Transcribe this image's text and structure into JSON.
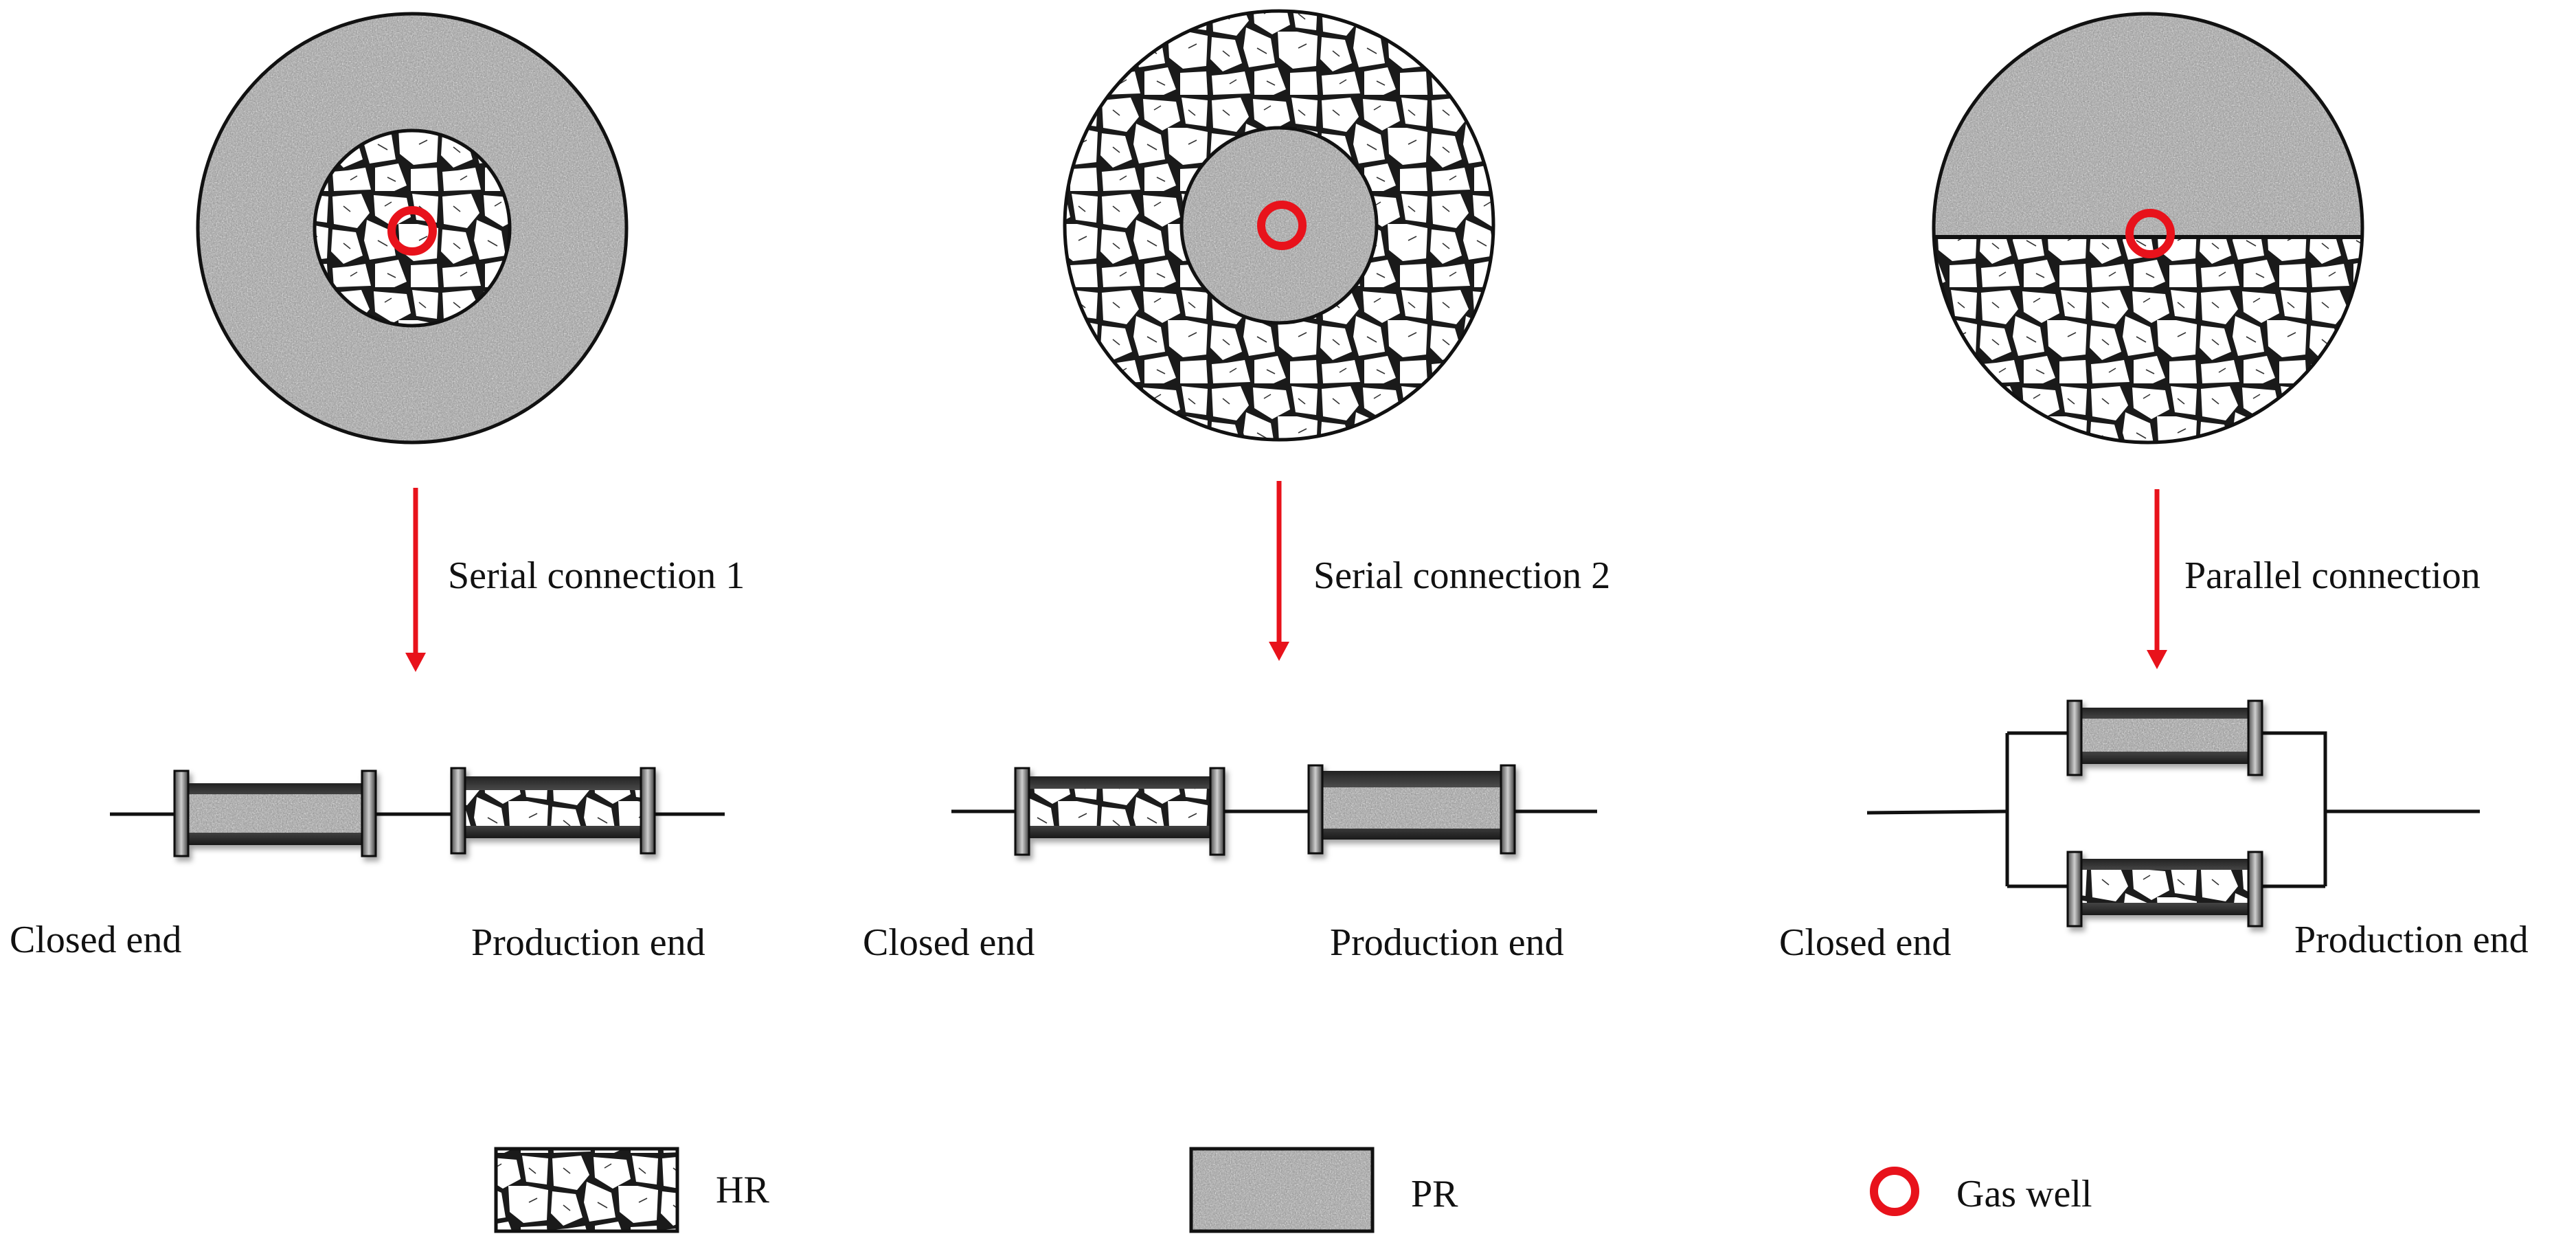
{
  "panels": [
    {
      "id": "serial1",
      "connection_label": "Serial connection 1",
      "closed_label": "Closed end",
      "production_label": "Production end",
      "inner_zone": "HR",
      "outer_zone": "PR",
      "core_order": [
        "PR",
        "HR"
      ]
    },
    {
      "id": "serial2",
      "connection_label": "Serial connection 2",
      "closed_label": "Closed end",
      "production_label": "Production end",
      "inner_zone": "PR",
      "outer_zone": "HR",
      "core_order": [
        "HR",
        "PR"
      ]
    },
    {
      "id": "parallel",
      "connection_label": "Parallel connection",
      "closed_label": "Closed end",
      "production_label": "Production end",
      "upper_zone": "PR",
      "lower_zone": "HR",
      "core_order": [
        "PR",
        "HR"
      ]
    }
  ],
  "legend": [
    {
      "key": "hr",
      "label": "HR"
    },
    {
      "key": "pr",
      "label": "PR"
    },
    {
      "key": "well",
      "label": "Gas well"
    }
  ],
  "colors": {
    "arrow": "#e8121b",
    "well": "#e8121b",
    "outline": "#111111",
    "pr_fill": "#9a9a9a"
  }
}
